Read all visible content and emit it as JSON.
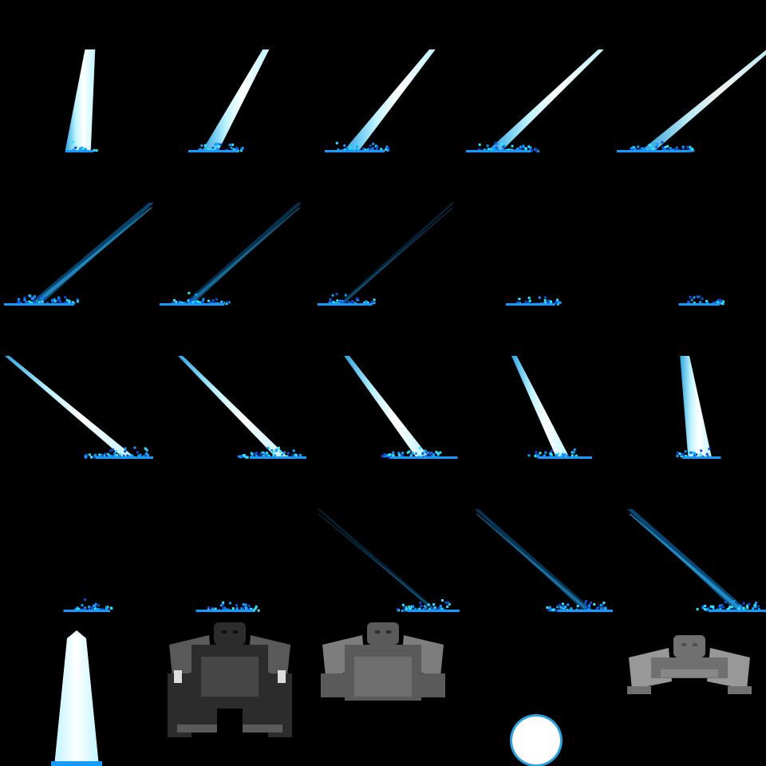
{
  "sheet": {
    "grid": {
      "columns": 5,
      "rows": 5
    },
    "palette": {
      "background": "#000000",
      "beam_core": "#ffffff",
      "beam_glow": "#bff4ff",
      "beam_edge": "#2aa3e0",
      "beam_fade": "#0b5f99",
      "splash_light": "#33e3ff",
      "splash_mid": "#139bff",
      "splash_dark": "#0a4fd6",
      "golem_dark": "#2c2c2c",
      "golem_mid": "#5a5a5a",
      "golem_grey": "#7d7d7d",
      "golem_light": "#a9a9a9"
    },
    "frames": [
      {
        "kind": "beam",
        "icon": "ice-beam-vertical-icon",
        "lean": 0.12,
        "width": 1.0,
        "alpha": 1.0,
        "splash": 0.2
      },
      {
        "kind": "beam",
        "icon": "ice-beam-right-icon",
        "lean": 0.55,
        "width": 0.55,
        "alpha": 1.0,
        "splash": 0.6
      },
      {
        "kind": "beam",
        "icon": "ice-beam-right-icon",
        "lean": 0.8,
        "width": 0.5,
        "alpha": 1.0,
        "splash": 0.8
      },
      {
        "kind": "beam",
        "icon": "ice-beam-right-icon",
        "lean": 1.05,
        "width": 0.45,
        "alpha": 1.0,
        "splash": 0.9
      },
      {
        "kind": "beam",
        "icon": "ice-beam-right-icon",
        "lean": 1.2,
        "width": 0.45,
        "alpha": 0.95,
        "splash": 1.0
      },
      {
        "kind": "beam",
        "icon": "ice-beam-fading-icon",
        "lean": 1.15,
        "width": 0.4,
        "alpha": 0.7,
        "splash": 1.0
      },
      {
        "kind": "beam",
        "icon": "ice-beam-fading-icon",
        "lean": 1.1,
        "width": 0.3,
        "alpha": 0.5,
        "splash": 0.9
      },
      {
        "kind": "beam",
        "icon": "ice-beam-fading-icon",
        "lean": 1.1,
        "width": 0.1,
        "alpha": 0.35,
        "splash": 0.7
      },
      {
        "kind": "splash",
        "icon": "ice-splash-icon",
        "lean": 0,
        "width": 0,
        "alpha": 0,
        "splash": 0.6
      },
      {
        "kind": "splash",
        "icon": "ice-splash-icon",
        "lean": 0,
        "width": 0,
        "alpha": 0,
        "splash": 0.45
      },
      {
        "kind": "beam",
        "icon": "ice-beam-left-icon",
        "lean": -1.2,
        "width": 0.35,
        "alpha": 1.0,
        "splash": 1.0
      },
      {
        "kind": "beam",
        "icon": "ice-beam-left-icon",
        "lean": -1.0,
        "width": 0.35,
        "alpha": 1.0,
        "splash": 0.95
      },
      {
        "kind": "beam",
        "icon": "ice-beam-left-icon",
        "lean": -0.75,
        "width": 0.4,
        "alpha": 1.0,
        "splash": 0.9
      },
      {
        "kind": "beam",
        "icon": "ice-beam-left-icon",
        "lean": -0.48,
        "width": 0.4,
        "alpha": 1.0,
        "splash": 0.7
      },
      {
        "kind": "beam",
        "icon": "ice-beam-vertical-icon",
        "lean": -0.15,
        "width": 0.9,
        "alpha": 1.0,
        "splash": 0.4
      },
      {
        "kind": "splash",
        "icon": "ice-splash-icon",
        "lean": 0,
        "width": 0,
        "alpha": 0,
        "splash": 0.55
      },
      {
        "kind": "splash",
        "icon": "ice-splash-icon",
        "lean": 0,
        "width": 0,
        "alpha": 0,
        "splash": 0.75
      },
      {
        "kind": "beam",
        "icon": "ice-beam-fading-icon",
        "lean": -1.15,
        "width": 0.08,
        "alpha": 0.35,
        "splash": 0.8
      },
      {
        "kind": "beam",
        "icon": "ice-beam-fading-icon",
        "lean": -1.1,
        "width": 0.28,
        "alpha": 0.55,
        "splash": 0.9
      },
      {
        "kind": "beam",
        "icon": "ice-beam-fading-icon",
        "lean": -1.1,
        "width": 0.4,
        "alpha": 0.75,
        "splash": 1.0
      },
      {
        "kind": "spike",
        "icon": "ice-spike-icon"
      },
      {
        "kind": "golem",
        "icon": "stone-golem-icon",
        "tone": "dark"
      },
      {
        "kind": "golem",
        "icon": "stone-golem-grey-icon",
        "tone": "grey"
      },
      {
        "kind": "orb",
        "icon": "ice-orb-icon"
      },
      {
        "kind": "golem",
        "icon": "stone-golem-faded-icon",
        "tone": "faded"
      }
    ]
  }
}
